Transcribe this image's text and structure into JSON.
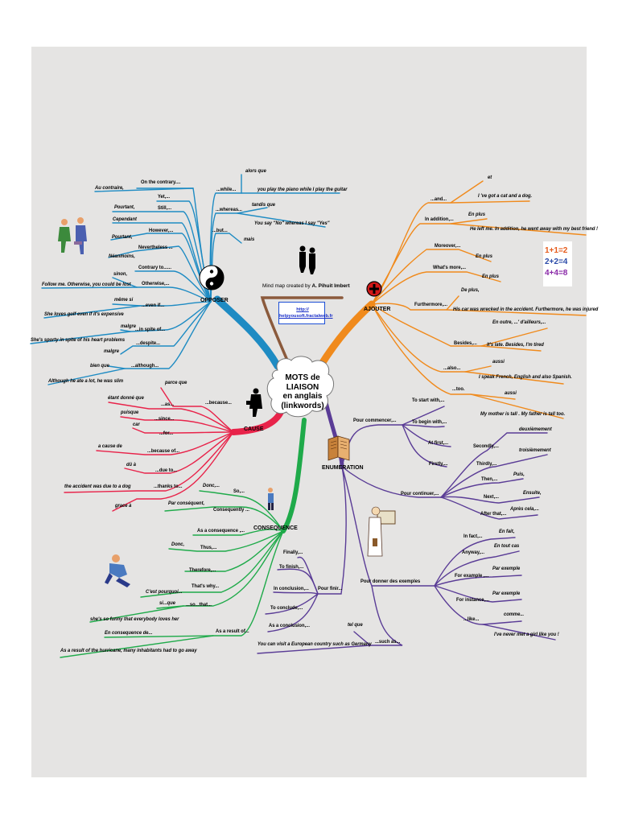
{
  "center": {
    "line1": "MOTS de LIAISON",
    "line2": "en anglais",
    "line3": "(linkwords)"
  },
  "credit": {
    "prefix": "Mind map created by ",
    "author": "A. Pihuit Imbert"
  },
  "link": {
    "line1": "http://",
    "line2": "helpyousoft.fractalweb.fr"
  },
  "colors": {
    "oppose": "#1e8bc3",
    "ajouter": "#f08a1c",
    "cause": "#e8234a",
    "consequence": "#1faa4a",
    "enumeration": "#5a3c96",
    "credit_branch": "#8b5a3c"
  },
  "branches": {
    "opposer": "OPPOSER",
    "ajouter": "AJOUTER",
    "cause": "CAUSE",
    "consequence": "CONSEQUENCE",
    "enumeration": "ENUMERATION"
  },
  "opposer": {
    "on_the_contrary": "On the contrary....",
    "au_contraire": "Au contraire,",
    "yet": "Yet,...",
    "still": "Still,...",
    "pourtant1": "Pourtant,",
    "cependant": "Cependant",
    "however": "However,...",
    "pourtant2": "Pourtant,",
    "nevertheless": "Nevertheless ...",
    "neanmoins": "Néanmoins,",
    "contrary_to": "Contrary to......",
    "sinon": "sinon,",
    "otherwise": "Otherwise,...",
    "follow_me": "Follow me. Otherwise, you could be lost",
    "meme_si": "même si",
    "even_if": "...even if...",
    "she_loves_golf": "She loves golf even if it's expensive",
    "malgre1": "malgre",
    "in_spite_of": "...in spite of...",
    "shes_sporty": "She's sporty in spite of his heart problems",
    "despite": "...despite...",
    "malgre2": "malgre",
    "bien_que": "bien que",
    "although": "...although...",
    "although_ex": "Although he ate a lot, he was slim",
    "while": "...while...",
    "alors_que": "alors que",
    "piano": "you play the piano while I play the guitar",
    "whereas": "...whereas...",
    "tandis_que": "tandis que",
    "you_say": "You say \"No\" whereas I say \"Yes\"",
    "but": "...but...",
    "mais": "mais"
  },
  "ajouter": {
    "and": "...and...",
    "et": "et",
    "cat_dog": "I 've got a cat and a dog.",
    "in_addition": "In addition,...",
    "en_plus1": "En plus",
    "left_me": "He left me. In addition, he went away with my best friend !",
    "moreover": "Moreover,...",
    "en_plus2": "En plus",
    "whats_more": "What's more,...",
    "en_plus3": "En plus",
    "furthermore": "Furthermore,...",
    "de_plus": "De plus,",
    "car_wrecked": "His car was wrecked in the accident. Furthermore, he was injured",
    "en_outre": "En outre, ...' d'ailleurs,...",
    "besides": "Besides,...",
    "its_late": "It's late. Besides, I'm tired",
    "also": "...also...",
    "aussi1": "aussi",
    "speak_french": "I speak French, English and also Spanish.",
    "too": "...too.",
    "aussi2": "aussi",
    "mother_tall": "My mother is tall . My father is tall too."
  },
  "cause": {
    "parce_que": "parce que",
    "because": "...because...",
    "etant_donne": "étant donné que",
    "as": "...as...",
    "puisque": "puisque",
    "since": "...since...",
    "car": "car",
    "for": "...for...",
    "a_cause_de": "a cause de",
    "because_of": "...because of...",
    "du_a": "dû à",
    "due_to": "...due to...",
    "accident_dog": "the accident was due to a dog",
    "thanks_to": "...thanks to...",
    "grace_a": "grace à"
  },
  "consequence": {
    "donc1": "Donc,...",
    "so": "So,...",
    "par_consequent": "Par conséquent,",
    "consequently": "Consequently ...",
    "as_a_consequence": "As a consequence ,...",
    "donc2": "Donc,",
    "thus": "Thus,...",
    "therefore": "Therefore,...",
    "thats_why": "That's why...",
    "cest_pourquoi": "C'est pourquoi...",
    "si_que": "si...que",
    "so_that": "...so...that...",
    "so_funny": "she's so funny that everybody loves her",
    "as_a_result": "As a result of...",
    "en_consequence": "En consequence de...",
    "hurricane": "As a result of the hurricane, many inhabitants had to go away"
  },
  "enumeration": {
    "pour_commencer": "Pour commencer,...",
    "to_start": "To start with,...",
    "to_begin": "To begin with,...",
    "at_first": "At first,...",
    "firstly": "Firstly,...",
    "pour_continuer": "Pour continuer,...",
    "deuxiemement": "deuxièmement",
    "secondly": "Secondly,...",
    "troisiemement": "troisièmement",
    "thirdly": "Thirdly,...",
    "puis": "Puis,",
    "then": "Then,...",
    "ensuite": "Ensuite,",
    "next": "Next,...",
    "apres_cela": "Après cela,...",
    "after_that": "After that,...",
    "pour_finir": "Pour finir...",
    "finally": "Finally,...",
    "to_finish": "To finish,...",
    "in_conclusion": "In conclusion,...",
    "to_conclude": "To conclude,...",
    "as_a_conclusion": "As a conclusion,...",
    "pour_donner": "Pour donner des exemples",
    "en_fait": "En fait,",
    "in_fact": "In fact,...",
    "en_tout_cas": "En tout cas",
    "anyway": "Anyway,...",
    "par_exemple1": "Par exemple",
    "for_example": "For example ,...",
    "par_exemple2": "Par exemple",
    "for_instance": "For instance,...",
    "comme": "comme...",
    "like": "...like...",
    "never_met": "I've never met a girl like you !",
    "tel_que": "tel que",
    "such_as": "...such as...",
    "european_country": "You can visit a European country such as Germany"
  }
}
